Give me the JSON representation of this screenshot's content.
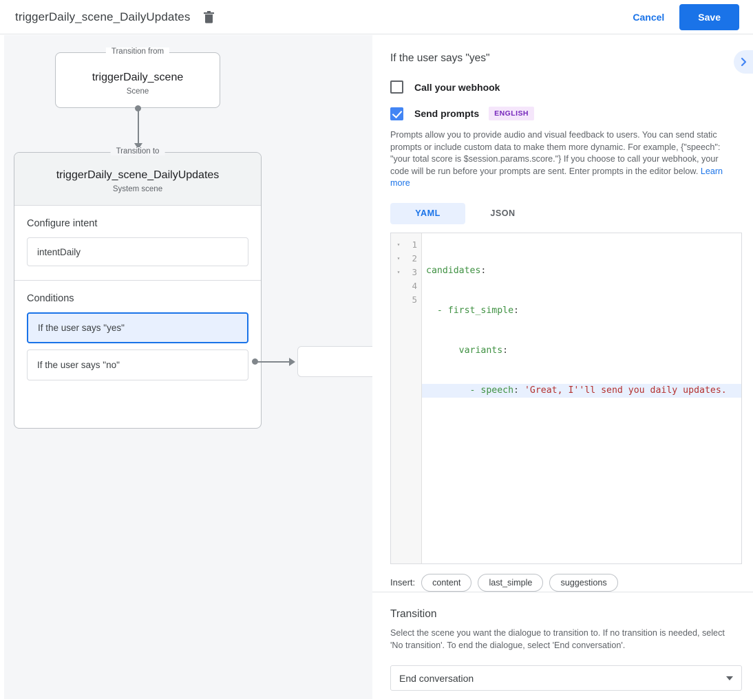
{
  "topbar": {
    "title": "triggerDaily_scene_DailyUpdates",
    "delete_icon": "trash-icon",
    "cancel_label": "Cancel",
    "save_label": "Save",
    "accent_color": "#1a73e8"
  },
  "canvas": {
    "from_node": {
      "legend": "Transition from",
      "title": "triggerDaily_scene",
      "subtitle": "Scene"
    },
    "to_node": {
      "legend": "Transition to",
      "title": "triggerDaily_scene_DailyUpdates",
      "subtitle": "System scene",
      "intent_section_label": "Configure intent",
      "intent_value": "intentDaily",
      "conditions_label": "Conditions",
      "conditions": [
        {
          "label": "If the user says \"yes\"",
          "selected": true
        },
        {
          "label": "If the user says \"no\"",
          "selected": false
        }
      ]
    }
  },
  "right_panel": {
    "expand_icon": "chevron-right-icon",
    "heading": "If the user says \"yes\"",
    "webhook": {
      "label": "Call your webhook",
      "checked": false
    },
    "prompts": {
      "label": "Send prompts",
      "checked": true,
      "badge": "ENGLISH",
      "badge_bg": "#f5e6fb",
      "badge_color": "#7627bb",
      "description": "Prompts allow you to provide audio and visual feedback to users. You can send static prompts or include custom data to make them more dynamic. For example, {\"speech\": \"your total score is $session.params.score.\"} If you choose to call your webhook, your code will be run before your prompts are sent. Enter prompts in the editor below. ",
      "link_label": "Learn more"
    },
    "editor": {
      "tabs": [
        {
          "label": "YAML",
          "active": true
        },
        {
          "label": "JSON",
          "active": false
        }
      ],
      "line_numbers": [
        "1",
        "2",
        "3",
        "4",
        "5"
      ],
      "fold_markers": [
        "▾",
        "▾",
        "▾",
        "",
        ""
      ],
      "lines": [
        {
          "num": "1",
          "key": "candidates",
          "punc": ":",
          "str": "",
          "indent": "",
          "highlighted": false
        },
        {
          "num": "2",
          "key": "  - first_simple",
          "punc": ":",
          "str": "",
          "indent": "",
          "highlighted": false
        },
        {
          "num": "3",
          "key": "      variants",
          "punc": ":",
          "str": "",
          "indent": "",
          "highlighted": false
        },
        {
          "num": "4",
          "key": "        - speech",
          "punc": ": ",
          "str": "'Great, I''ll send you daily updates.",
          "indent": "",
          "highlighted": true
        },
        {
          "num": "5",
          "key": "",
          "punc": "",
          "str": "",
          "indent": "",
          "highlighted": false
        }
      ]
    },
    "insert": {
      "label": "Insert:",
      "chips": [
        "content",
        "last_simple",
        "suggestions"
      ]
    },
    "transition": {
      "title": "Transition",
      "description": "Select the scene you want the dialogue to transition to. If no transition is needed, select 'No transition'. To end the dialogue, select 'End conversation'.",
      "selected_value": "End conversation"
    }
  }
}
